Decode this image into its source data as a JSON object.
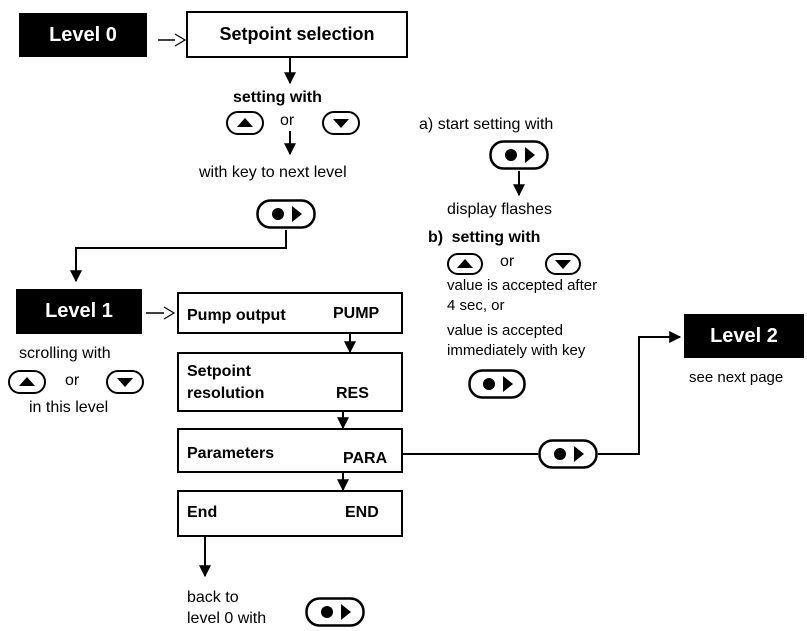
{
  "level0": "Level 0",
  "level1": "Level 1",
  "level2": "Level 2",
  "setpoint_selection": "Setpoint selection",
  "setting_with": "setting with",
  "or": "or",
  "with_key_next": "with key to next level",
  "a_label": "a)",
  "a_text": "start setting with",
  "display_flashes": "display flashes",
  "b_label": "b)",
  "b_text": "setting with",
  "accepted_1": "value is accepted after",
  "accepted_2": "4 sec, or",
  "accepted_3": "value is accepted",
  "accepted_4": "immediately with key",
  "see_next_page": "see next page",
  "scrolling_with": "scrolling with",
  "in_this_level": "in this level",
  "menu": [
    {
      "name": "Pump output",
      "code": "PUMP"
    },
    {
      "name": "Setpoint resolution",
      "line1": "Setpoint",
      "line2": "resolution",
      "code": "RES"
    },
    {
      "name": "Parameters",
      "code": "PARA"
    },
    {
      "name": "End",
      "code": "END"
    }
  ],
  "back_1": "back to",
  "back_2": "level 0 with"
}
